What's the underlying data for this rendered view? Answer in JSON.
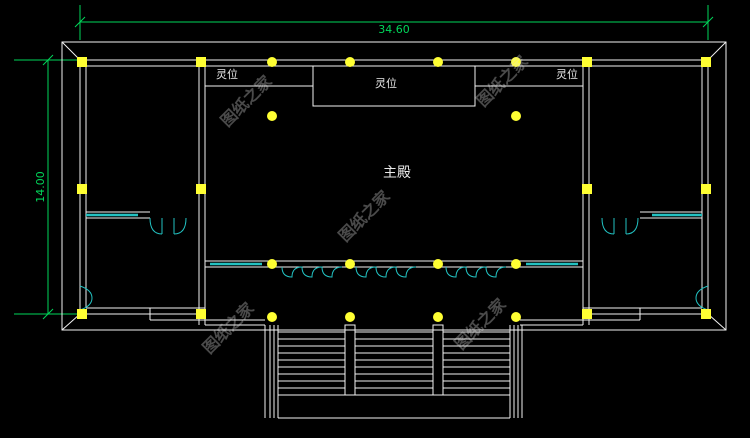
{
  "dimensions": {
    "width_label": "34.60",
    "depth_label": "14.00"
  },
  "rooms": {
    "main_hall": "主殿",
    "spirit_left": "灵位",
    "spirit_center": "灵位",
    "spirit_right": "灵位"
  },
  "watermark": "图纸之家",
  "colors": {
    "wall": "#f2f2f2",
    "dimension": "#00d65a",
    "column": "#ffff33",
    "glazing": "#22c2c2",
    "background": "#000000"
  }
}
